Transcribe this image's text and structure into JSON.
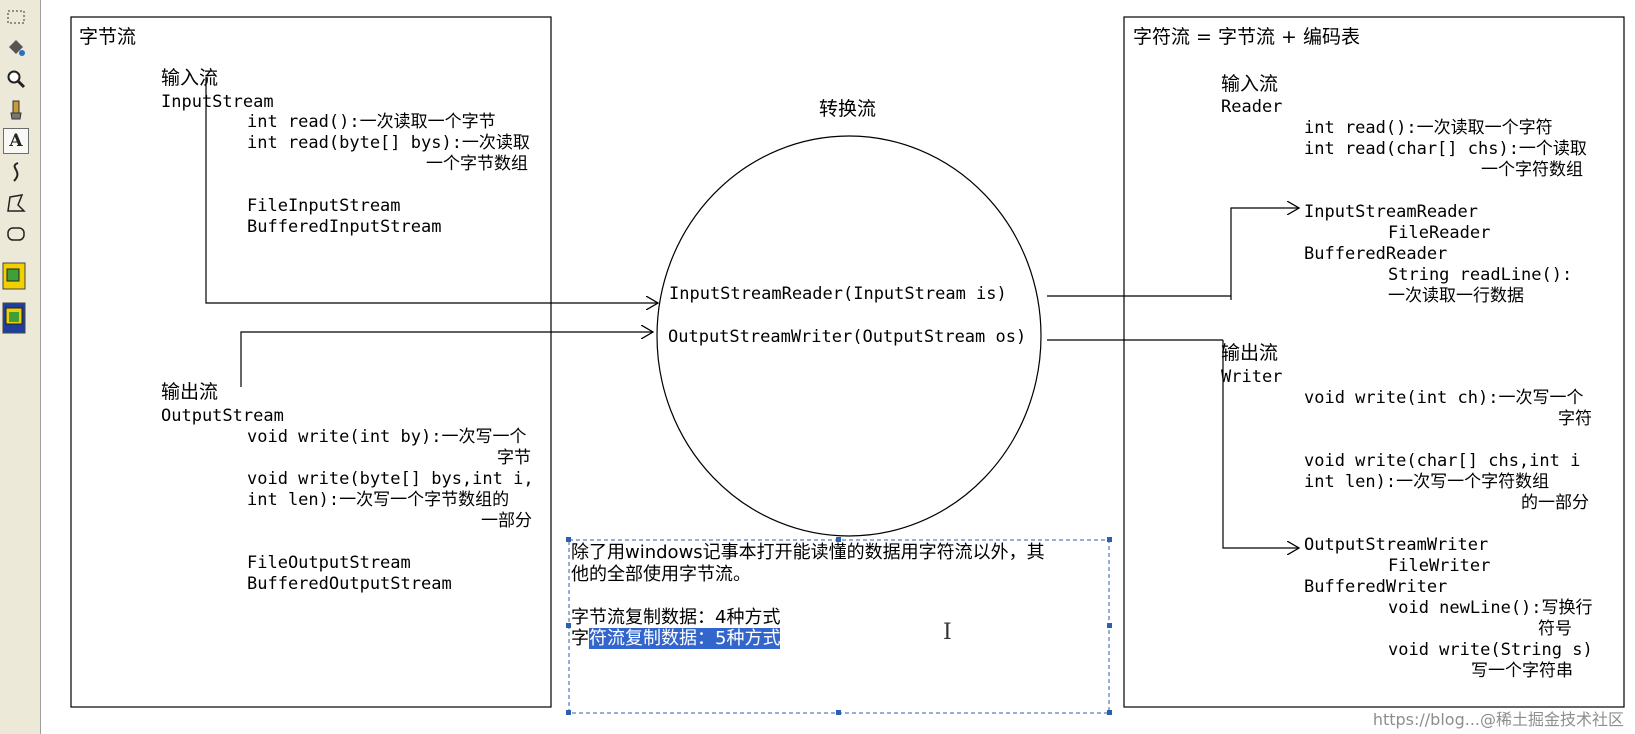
{
  "toolbar": {
    "tools": [
      "select-tool",
      "fill-tool",
      "zoom-tool",
      "pencil-tool",
      "text-tool",
      "curve-tool",
      "polygon-tool",
      "rounded-rect-tool"
    ],
    "text_tool_glyph": "A"
  },
  "left_panel": {
    "title": "字节流",
    "input_heading": "输入流",
    "input_class": "InputStream",
    "read1": "int read():一次读取一个字节",
    "read2a": "int read(byte[] bys):一次读取",
    "read2b": "一个字节数组",
    "in_impl1": "FileInputStream",
    "in_impl2": "BufferedInputStream",
    "output_heading": "输出流",
    "output_class": "OutputStream",
    "write1a": "void write(int by):一次写一个",
    "write1b": "字节",
    "write2a": "void write(byte[] bys,int i,",
    "write2b": "int len):一次写一个字节数组的",
    "write2c": "一部分",
    "out_impl1": "FileOutputStream",
    "out_impl2": "BufferedOutputStream"
  },
  "center": {
    "title": "转换流",
    "reader_ctor": "InputStreamReader(InputStream is)",
    "writer_ctor": "OutputStreamWriter(OutputStream os)"
  },
  "note_box": {
    "line1": "除了用windows记事本打开能读懂的数据用字符流以外，其",
    "line2": "他的全部使用字节流。",
    "line3": "字节流复制数据：4种方式",
    "line4_prefix": "字",
    "line4_selected": "符流复制数据：5种方式",
    "cursor": "I"
  },
  "right_panel": {
    "title": "字符流 = 字节流 + 编码表",
    "input_heading": "输入流",
    "input_class": "Reader",
    "read1": "int read():一次读取一个字符",
    "read2a": "int read(char[] chs):一个读取",
    "read2b": "一个字符数组",
    "isr": "InputStreamReader",
    "file_reader": "FileReader",
    "buffered_reader": "BufferedReader",
    "readline_a": "String readLine():",
    "readline_b": "一次读取一行数据",
    "output_heading": "输出流",
    "output_class": "Writer",
    "write1a": "void write(int ch):一次写一个",
    "write1b": "字符",
    "write2a": "void write(char[] chs,int i",
    "write2b": "int len):一次写一个字符数组",
    "write2c": "的一部分",
    "osw": "OutputStreamWriter",
    "file_writer": "FileWriter",
    "buffered_writer": "BufferedWriter",
    "newline_a": "void newLine():写换行",
    "newline_b": "符号",
    "writestr_a": "void write(String s)",
    "writestr_b": "写一个字符串"
  },
  "watermark": "https://blog...@稀土掘金技术社区"
}
